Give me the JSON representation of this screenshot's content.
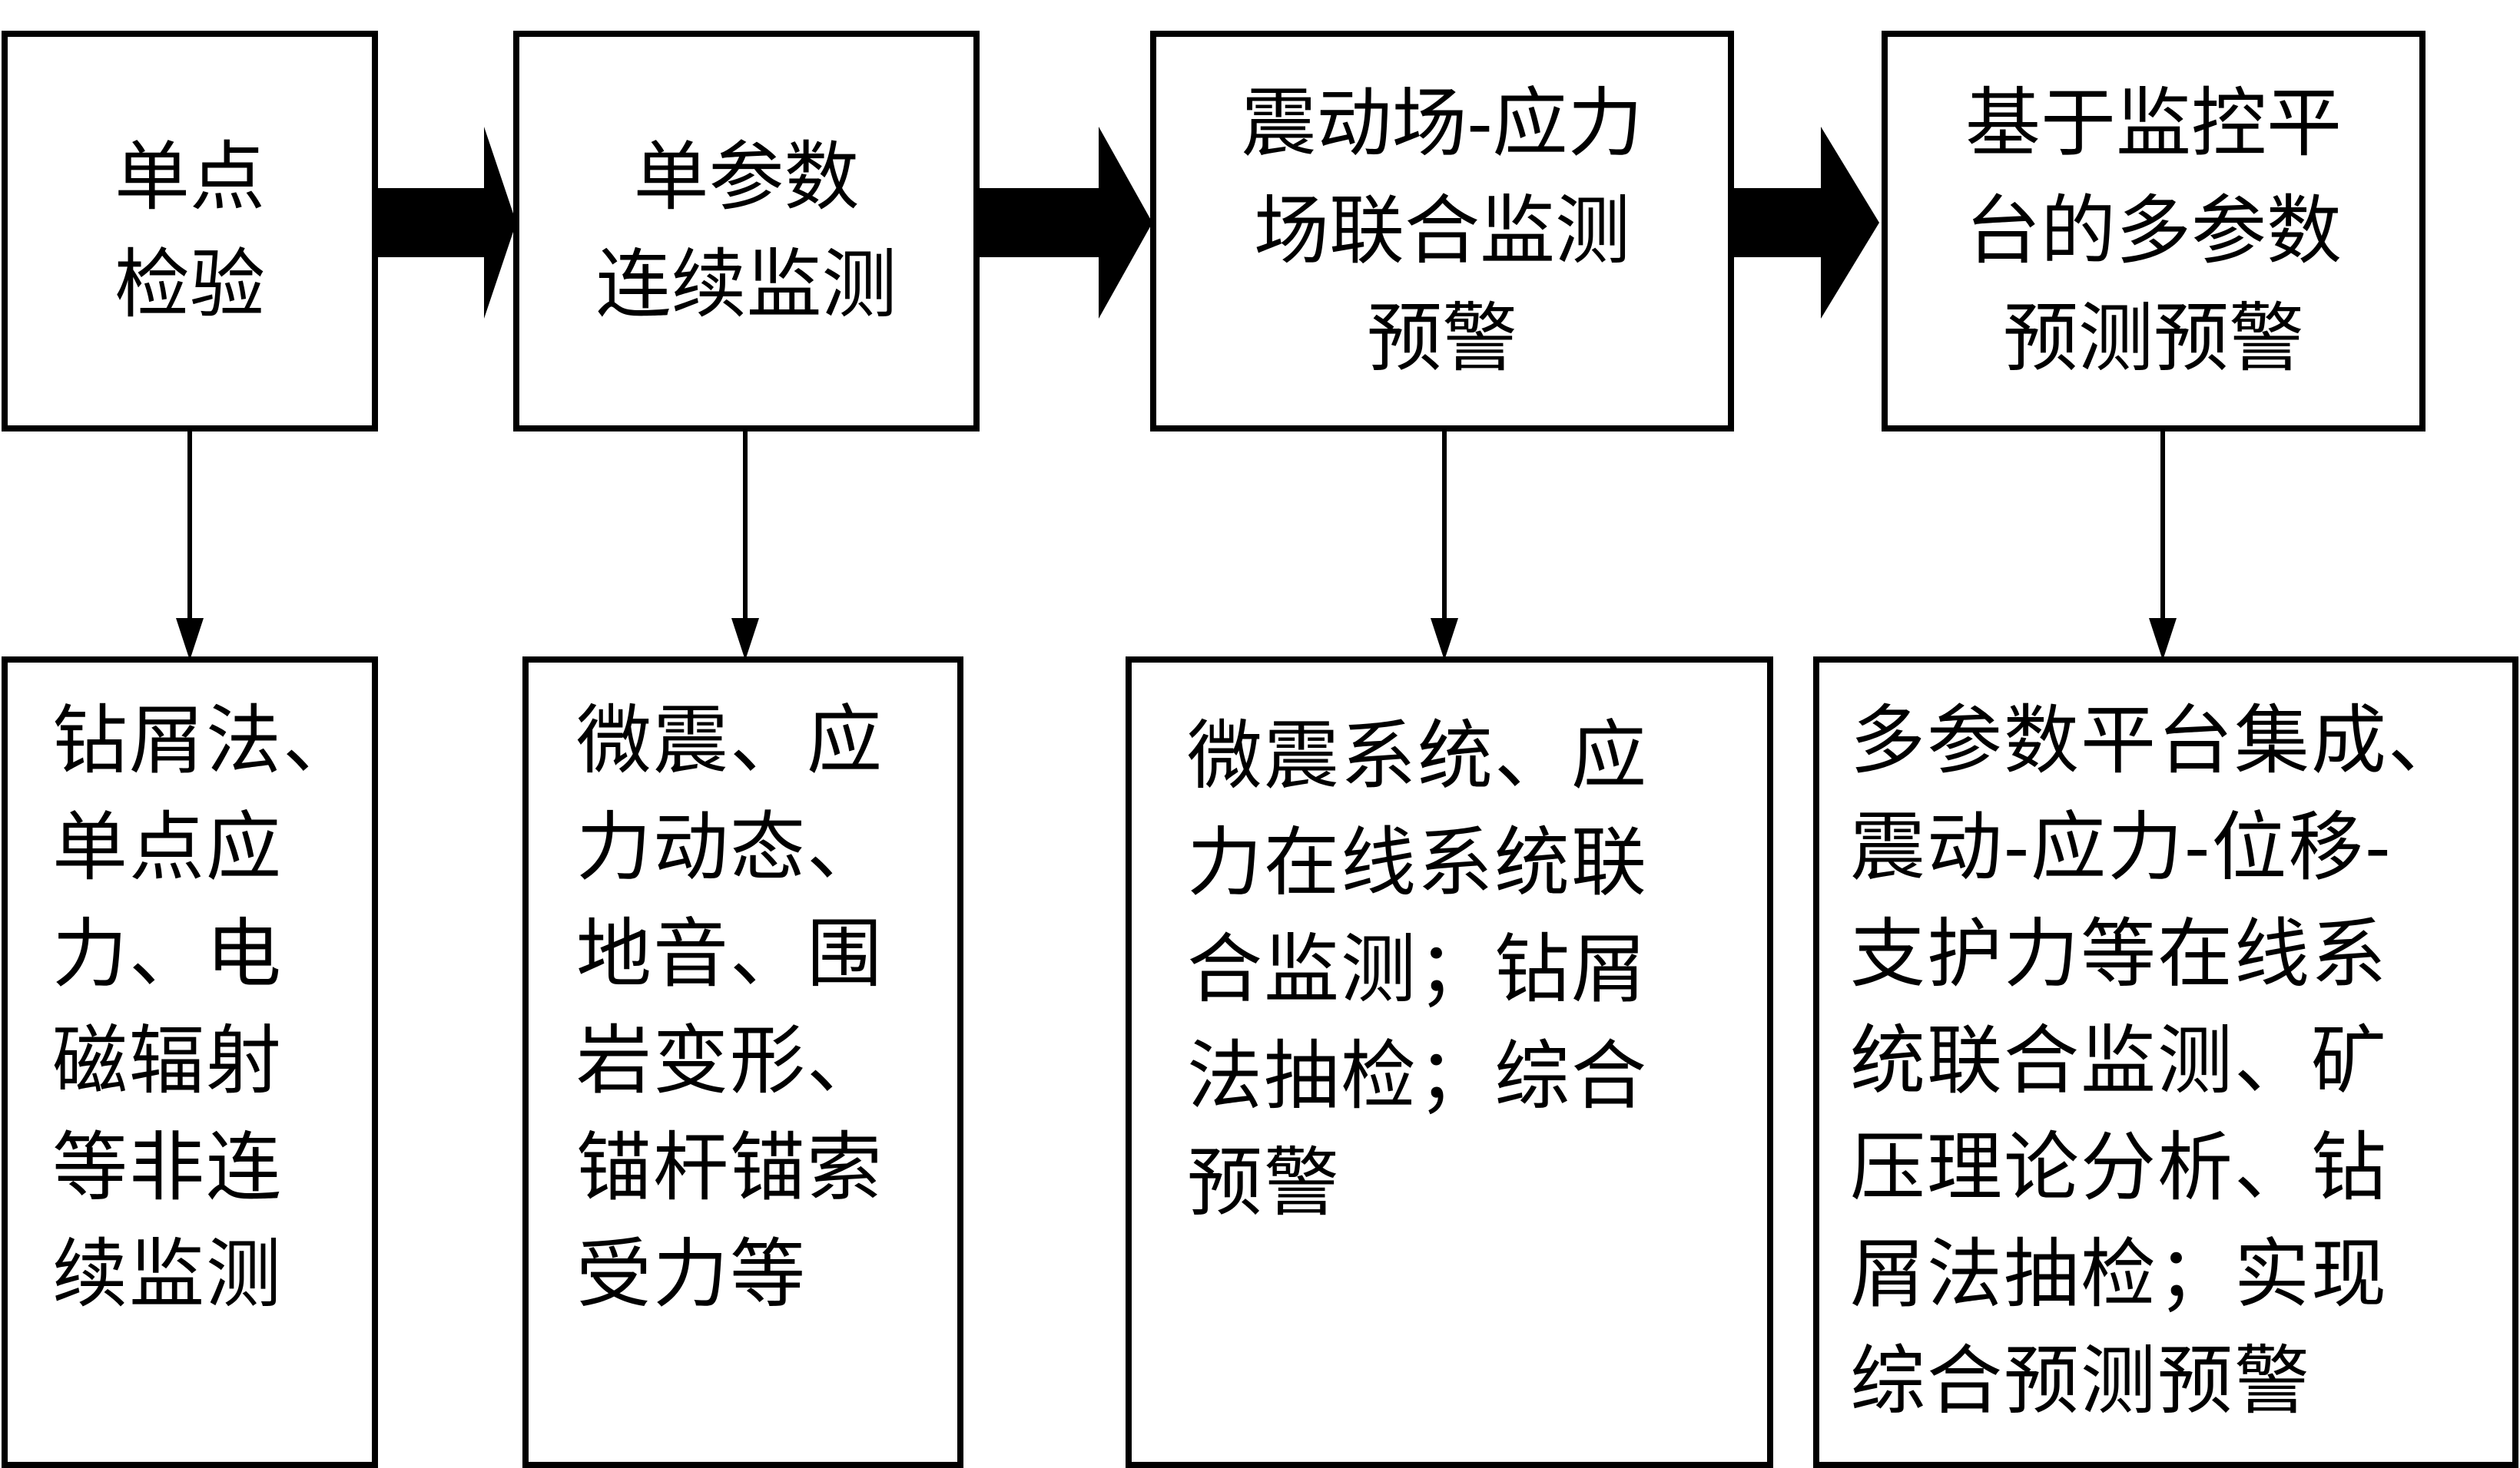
{
  "stages": [
    {
      "title": "单点\n检验",
      "detail": "钻屑法、\n单点应\n力、电\n磁辐射\n等非连\n续监测"
    },
    {
      "title": "单参数\n连续监测",
      "detail": "微震、应\n力动态、\n地音、围\n岩变形、\n锚杆锚索\n受力等"
    },
    {
      "title": "震动场-应力\n场联合监测\n预警",
      "detail": "微震系统、应\n力在线系统联\n合监测；钻屑\n法抽检；综合\n预警"
    },
    {
      "title": "基于监控平\n台的多参数\n预测预警",
      "detail": "多参数平台集成、\n震动-应力-位移-\n支护力等在线系\n统联合监测、矿\n压理论分析、钻\n屑法抽检；实现\n综合预测预警"
    }
  ]
}
